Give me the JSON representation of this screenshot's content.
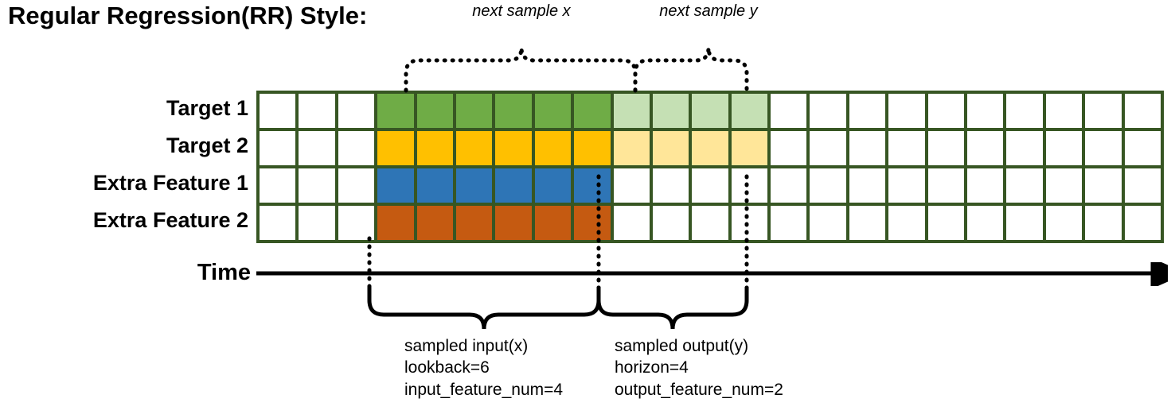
{
  "title": "Regular Regression(RR) Style:",
  "top_captions": {
    "next_sample_x": "next sample x",
    "next_sample_y": "next sample y"
  },
  "rows": [
    {
      "label": "Target 1",
      "series": "target",
      "fill_full": "#6FAC46",
      "fill_light": "#C5E0B4"
    },
    {
      "label": "Target 2",
      "series": "target",
      "fill_full": "#FFC000",
      "fill_light": "#FFE699"
    },
    {
      "label": "Extra Feature 1",
      "series": "feature",
      "fill_full": "#2E75B6",
      "fill_light": null
    },
    {
      "label": "Extra Feature 2",
      "series": "feature",
      "fill_full": "#C55A11",
      "fill_light": null
    }
  ],
  "grid": {
    "total_columns": 23,
    "lead_blank_columns": 3,
    "input_columns": 6,
    "output_columns": 4,
    "border_color": "#375623",
    "empty_cell_color": "#ffffff"
  },
  "time_axis": {
    "label": "Time",
    "arrow_color": "#000000"
  },
  "annotations": {
    "input": {
      "title": "sampled input(x)",
      "lookback": "lookback=6",
      "feature_num": "input_feature_num=4"
    },
    "output": {
      "title": "sampled output(y)",
      "horizon": "horizon=4",
      "feature_num": "output_feature_num=2"
    }
  }
}
